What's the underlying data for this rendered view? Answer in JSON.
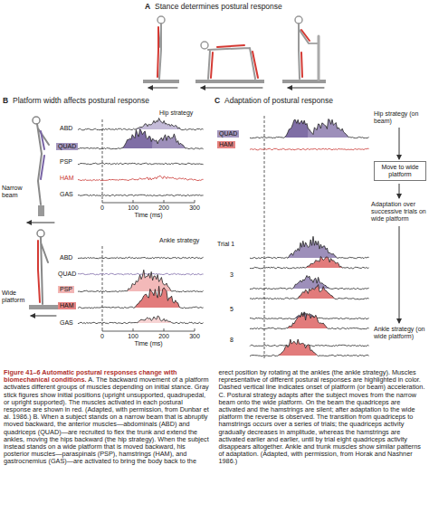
{
  "diagram": {
    "title": "Figure 41–6 Automatic postural responses change with biomechanical conditions.",
    "caption": "A. The backward movement of a platform activates different groups of muscles depending on initial stance. Gray stick figures show initial positions (upright unsupported, quadrupedal, or upright supported). The muscles activated in each postural response are shown in red. (Adapted, with permission, from Dunbar et al. 1986.) B. When a subject stands on a narrow beam that is abruptly moved backward, the anterior muscles—abdominals (ABD) and quadriceps (QUAD)—are recruited to flex the trunk and extend the ankles, moving the hips backward (the hip strategy). When the subject instead stands on a wide platform that is moved backward, his posterior muscles—paraspinals (PSP), hamstrings (HAM), and gastrocnemius (GAS)—are activated to bring the body back to the erect position by rotating at the ankles (the ankle strategy). Muscles representative of different postural responses are highlighted in color. Dashed vertical line indicates onset of platform (or beam) acceleration. C. Postural strategy adapts after the subject moves from the narrow beam onto the wide platform. On the beam the quadriceps are activated and the hamstrings are silent; after adaptation to the wide platform the reverse is observed. The transition from quadriceps to hamstrings occurs over a series of trials; the quadriceps activity gradually decreases in amplitude, whereas the hamstrings are activated earlier and earlier, until by trial eight quadriceps activity disappears altogether. Ankle and trunk muscles show similar patterns of adaptation. (Adapted, with permission, from Horak and Nashner 1986.)",
    "nodes": [
      {
        "text": [
          "QUAD"
        ]
      },
      {
        "text": [
          "PSP"
        ]
      },
      {
        "text": [
          "HAM"
        ]
      },
      {
        "text": [
          "QUAD"
        ]
      },
      {
        "text": [
          "HAM"
        ]
      },
      {
        "text": [
          "Move to wide platform"
        ]
      }
    ],
    "labels": [
      "A",
      "Stance determines postural response",
      "B",
      "Platform width affects postural response",
      "C",
      "Adaptation of postural response",
      "Hip strategy",
      "ABD",
      "PSP",
      "HAM",
      "GAS",
      "Narrow beam",
      "0",
      "100",
      "200",
      "300",
      "Time (ms)",
      "Ankle strategy",
      "ABD",
      "QUAD",
      "GAS",
      "Wide platform",
      "0",
      "100",
      "200",
      "300",
      "Time (ms)",
      "Hip strategy (on beam)",
      "Adaptation over successive trials on wide platform",
      "Trial 1",
      "3",
      "5",
      "8",
      "Ankle strategy (on wide platform)"
    ]
  }
}
